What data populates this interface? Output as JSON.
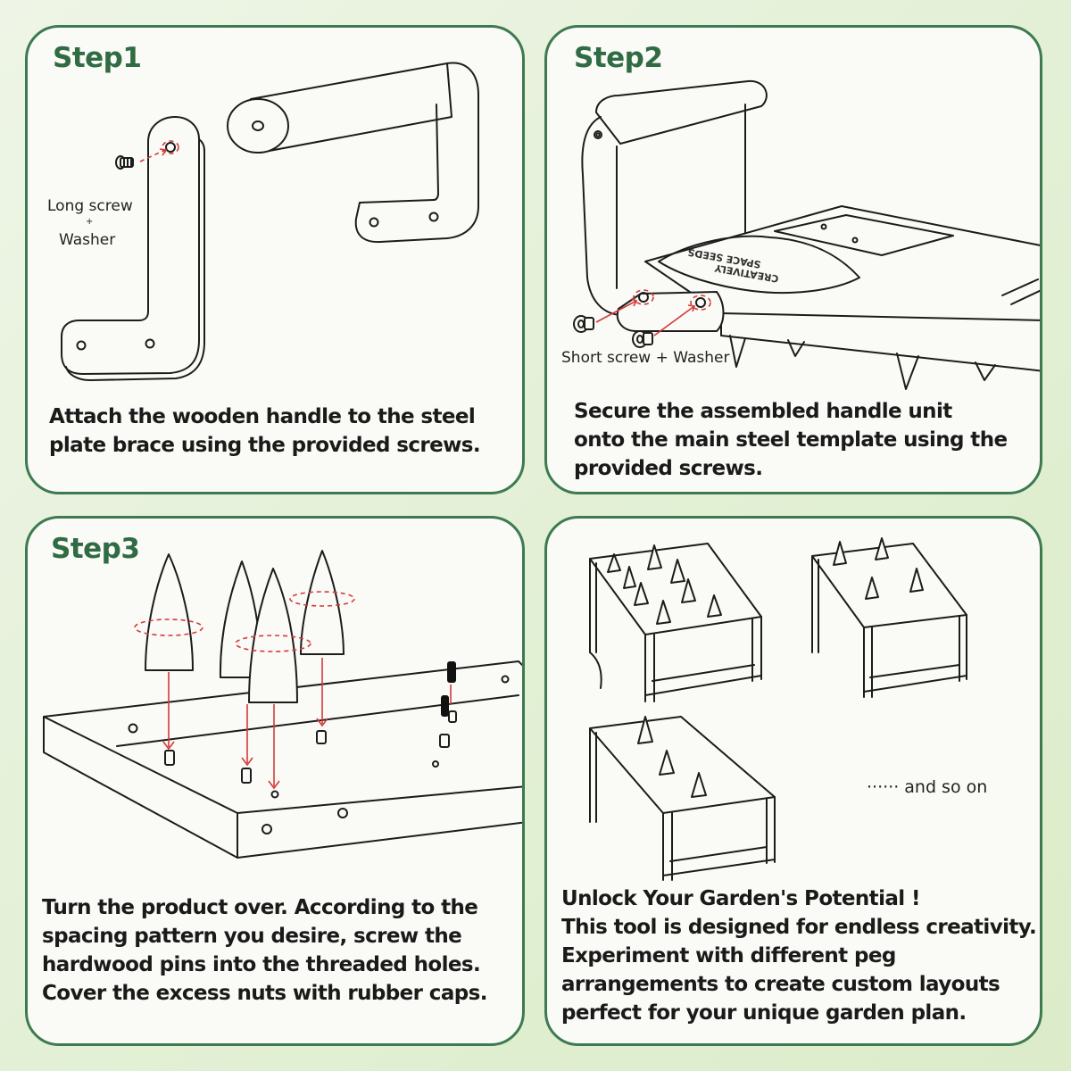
{
  "palette": {
    "accent": "#2f6b43",
    "border": "#3d7a4f",
    "arrow": "#d43a3a",
    "panel_bg": "#fafaf6"
  },
  "step1": {
    "title": "Step1",
    "label_line1": "Long screw",
    "label_plus": "+",
    "label_line2": "Washer",
    "description": "Attach the wooden handle to the steel\nplate brace using the provided screws."
  },
  "step2": {
    "title": "Step2",
    "label": "Short screw + Washer",
    "engraving_line1": "SPACE SEEDS",
    "engraving_line2": "CREATIVELY",
    "description": "Secure the assembled handle unit\nonto the main steel template using the\nprovided screws."
  },
  "step3": {
    "title": "Step3",
    "description": "Turn the product over. According to the\nspacing pattern you desire, screw the\nhardwood pins into the threaded holes.\nCover the excess nuts with rubber caps."
  },
  "step4": {
    "and_so_on": "······ and so on",
    "description": "Unlock Your Garden's Potential !\nThis tool is designed for endless creativity.\nExperiment with different peg\narrangements to create custom layouts\nperfect for your unique garden plan."
  }
}
